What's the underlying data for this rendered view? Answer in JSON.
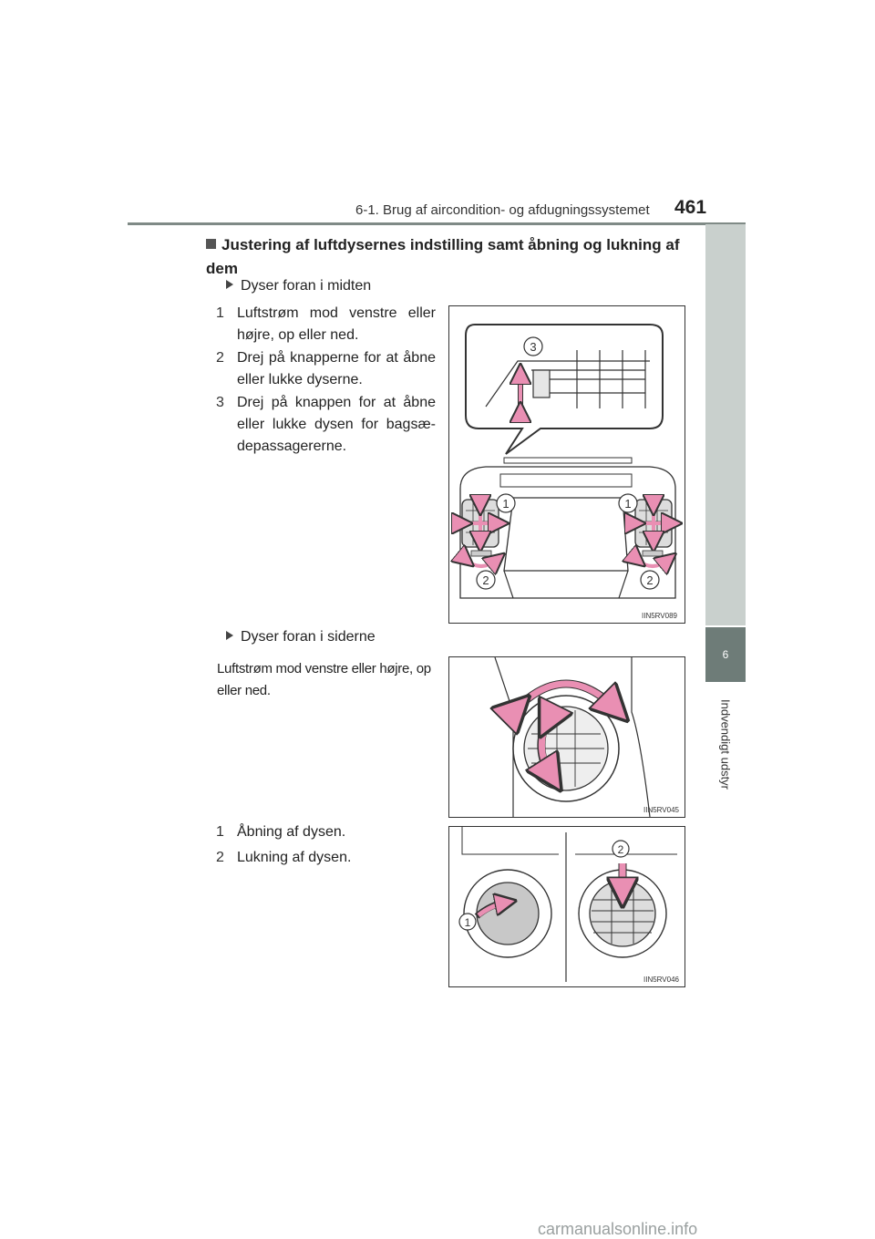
{
  "header": {
    "title": "6-1. Brug af aircondition- og afdugningssystemet",
    "page_number": "461"
  },
  "side_tab": {
    "chapter_number": "6",
    "chapter_label": "Indvendigt udstyr"
  },
  "section": {
    "heading": "Justering af luftdysernes indstilling samt åbning og lukning af dem"
  },
  "center_vents": {
    "subheading": "Dyser foran i midten",
    "items": [
      {
        "num": "1",
        "text": "Luftstrøm mod venstre eller højre, op eller ned."
      },
      {
        "num": "2",
        "text": "Drej på knapperne for at åbne eller lukke dyserne."
      },
      {
        "num": "3",
        "text": "Drej på knappen for at åbne eller lukke dysen for bagsæ-depassagererne."
      }
    ],
    "figure": {
      "code": "IIN5RV089",
      "callouts": [
        "3",
        "1",
        "1",
        "2",
        "2"
      ]
    }
  },
  "side_vents": {
    "subheading": "Dyser foran i siderne",
    "text": "Luftstrøm mod venstre eller højre, op eller ned.",
    "figure": {
      "code": "IIN5RV045"
    }
  },
  "open_close": {
    "items": [
      {
        "num": "1",
        "text": "Åbning af dysen."
      },
      {
        "num": "2",
        "text": "Lukning af dysen."
      }
    ],
    "figure": {
      "code": "IIN5RV046",
      "callouts": [
        "2",
        "1"
      ]
    }
  },
  "watermark": "carmanualsonline.info",
  "colors": {
    "header_rule": "#7f8a86",
    "tab_light": "#c9d0cd",
    "tab_dark": "#6e7c78",
    "arrow_pink": "#e98fb3"
  }
}
